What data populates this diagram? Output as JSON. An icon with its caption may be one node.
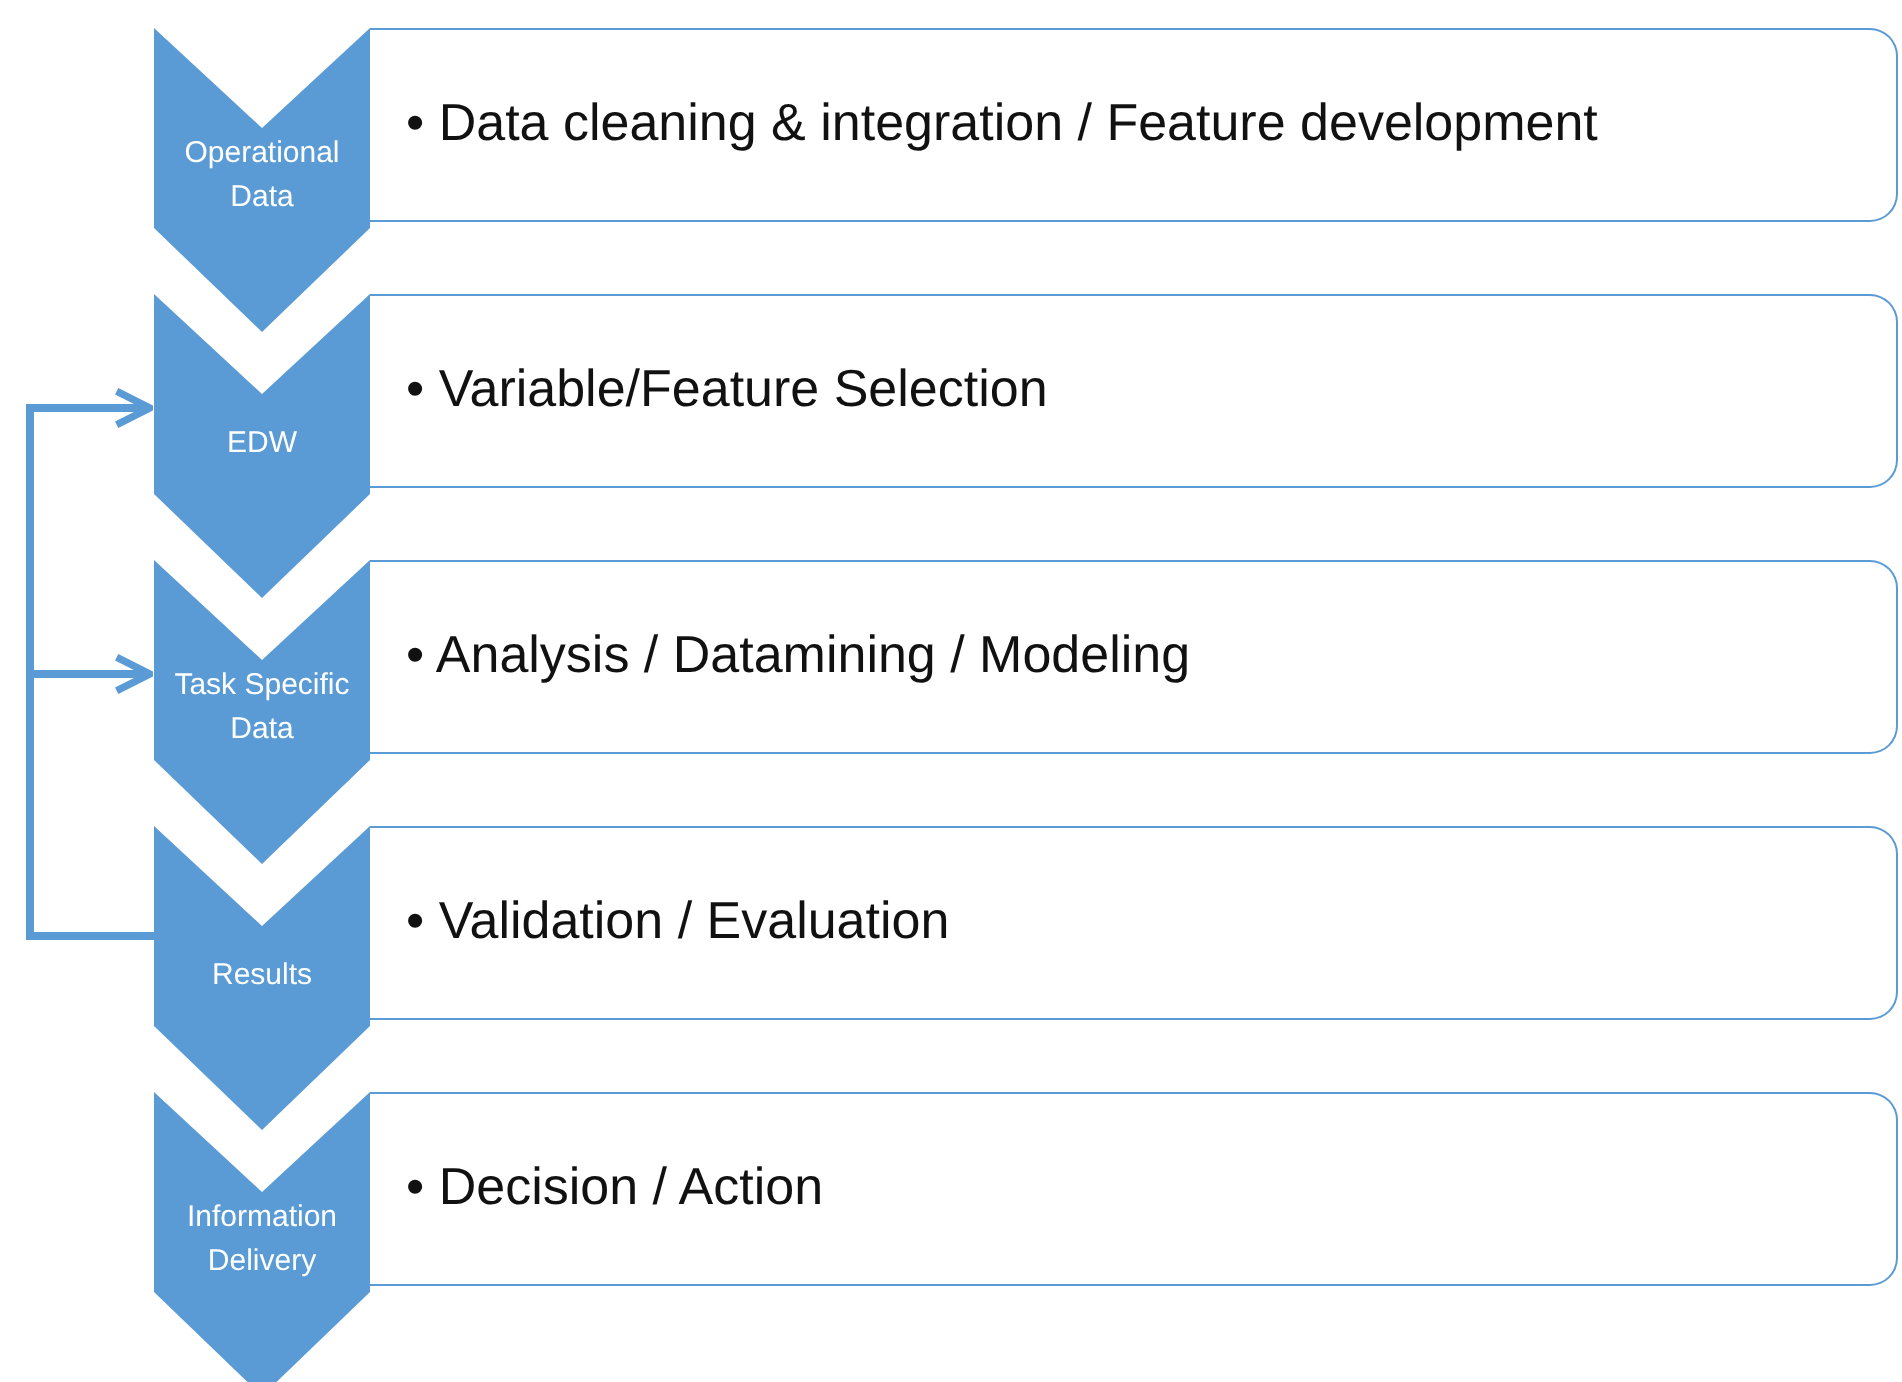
{
  "diagram": {
    "nodes": [
      {
        "text": [
          "Operational Data"
        ]
      },
      {
        "text": [
          "EDW"
        ]
      },
      {
        "text": [
          "Task Specific Data"
        ]
      },
      {
        "text": [
          "Results"
        ]
      },
      {
        "text": [
          "Information Delivery"
        ]
      },
      {
        "text": [
          "• Data cleaning & integration / Feature development"
        ]
      },
      {
        "text": [
          "• Variable/Feature Selection"
        ]
      },
      {
        "text": [
          "• Analysis / Datamining / Modeling"
        ]
      },
      {
        "text": [
          "• Validation / Evaluation"
        ]
      },
      {
        "text": [
          "• Decision / Action"
        ]
      }
    ],
    "edges": [
      {
        "from": 3,
        "to": 1,
        "arrow": "to"
      },
      {
        "from": 3,
        "to": 2,
        "arrow": "to"
      }
    ]
  }
}
